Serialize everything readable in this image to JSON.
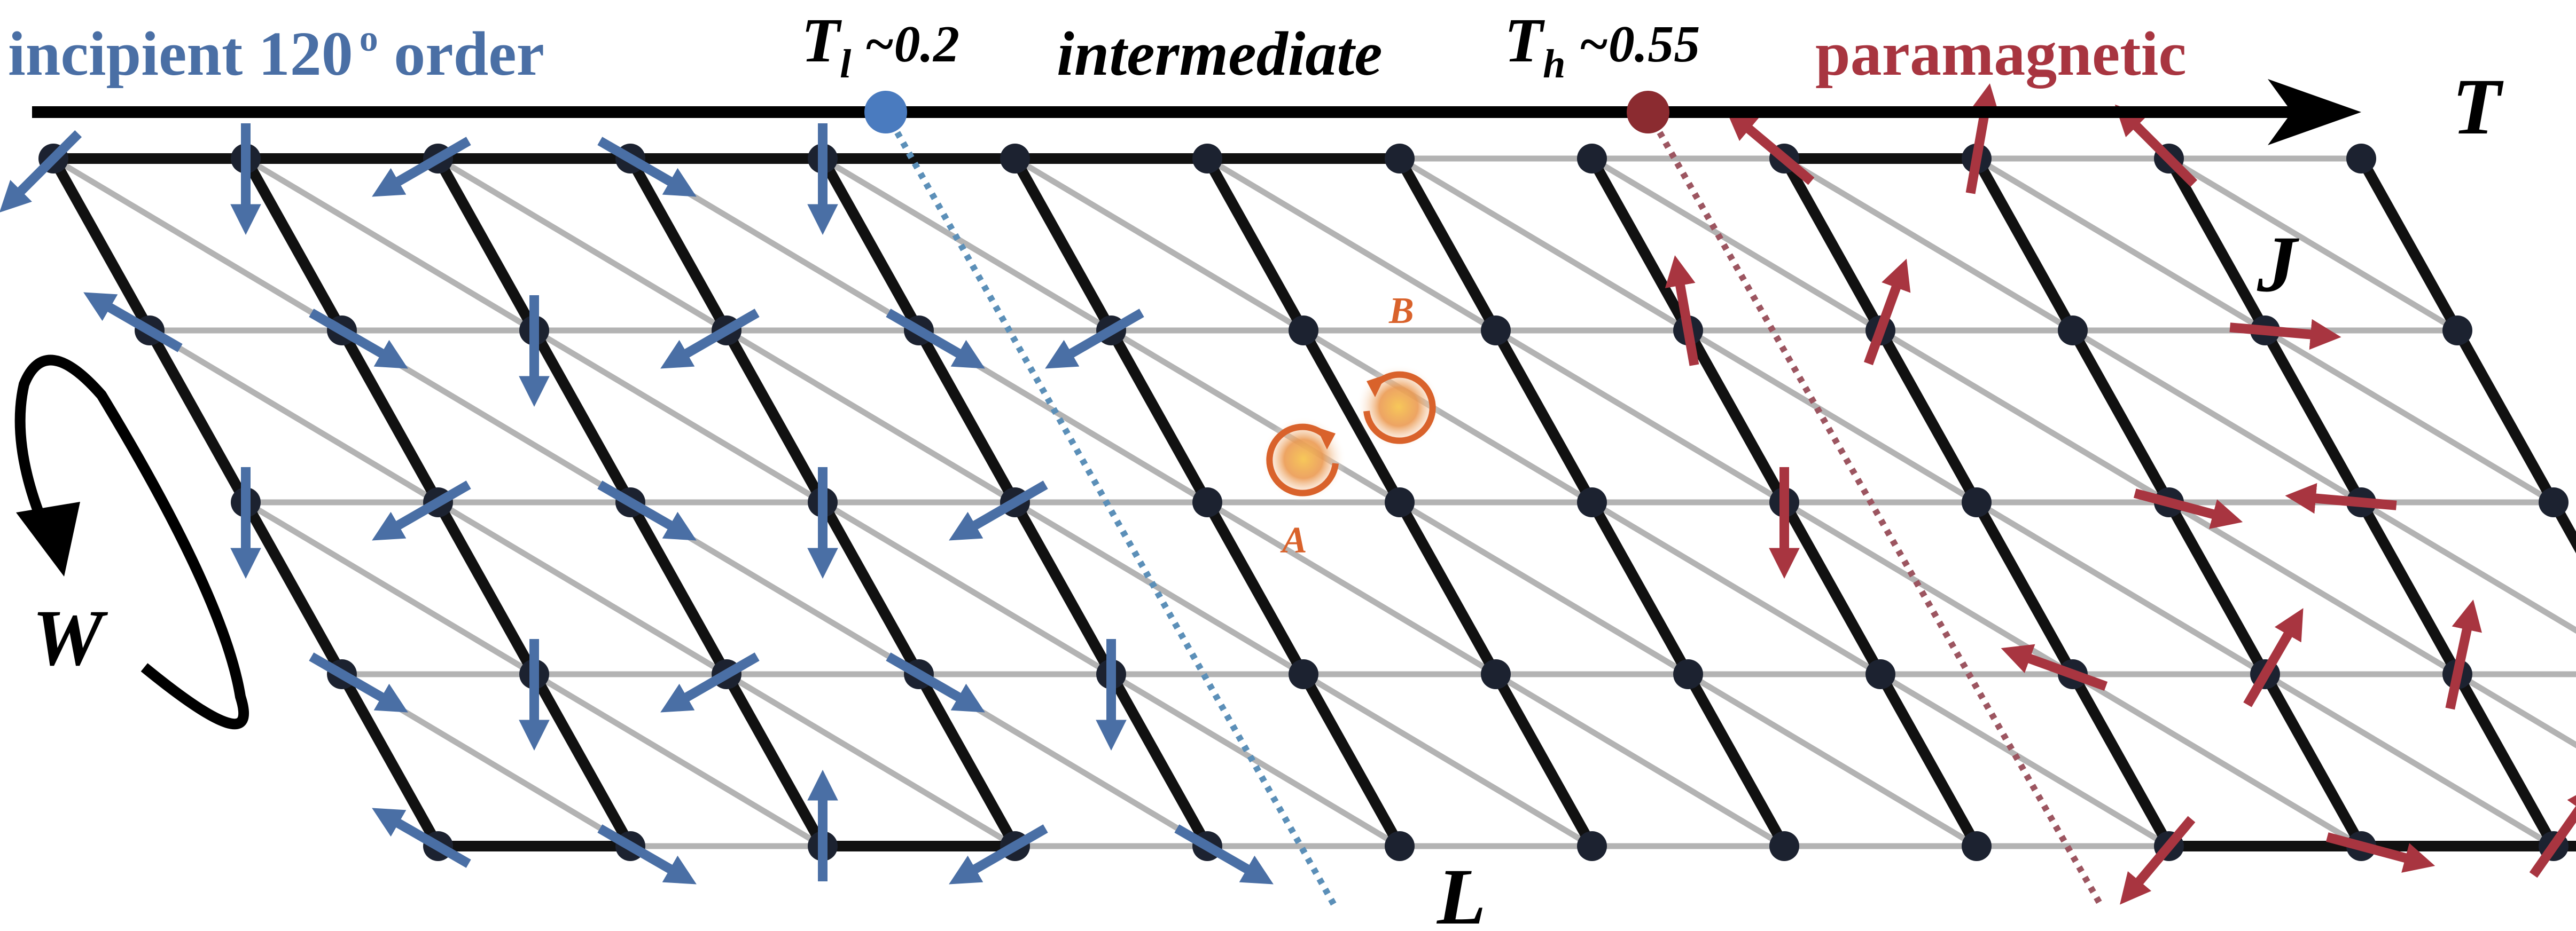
{
  "phases": {
    "ordered": "incipient 120",
    "ordered_degree": "o",
    "ordered_suffix": " order",
    "intermediate": "intermediate",
    "paramagnetic": "paramagnetic"
  },
  "temperatures": {
    "low_symbol": "T",
    "low_sub": "l",
    "low_value": " ~0.2",
    "high_symbol": "T",
    "high_sub": "h",
    "high_value": " ~0.55"
  },
  "axis_label": "T",
  "coupling_label": "J",
  "length_label": "L",
  "winding_label": "W",
  "vortex_labels": {
    "a": "A",
    "b": "B"
  },
  "colors": {
    "ordered": "#4a6fa5",
    "paramagnetic": "#a83540",
    "low_marker": "#4a7bbf",
    "high_marker": "#8b2b30",
    "vortex": "#d9622b",
    "bond_strong": "#111111",
    "bond_weak": "#b3b3b3",
    "node": "#1c2230",
    "intermediate_text": "#000000"
  },
  "spins": {
    "blue": [
      [
        "1,5",
        225
      ],
      [
        "2,5",
        270
      ],
      [
        "3,5",
        210
      ],
      [
        "4,5",
        330
      ],
      [
        "5,5",
        270
      ],
      [
        "1,4",
        150
      ],
      [
        "2,4",
        330
      ],
      [
        "3,4",
        270
      ],
      [
        "4,4",
        210
      ],
      [
        "5,4",
        330
      ],
      [
        "6,4",
        210
      ],
      [
        "1,3",
        270
      ],
      [
        "2,3",
        210
      ],
      [
        "3,3",
        330
      ],
      [
        "4,3",
        270
      ],
      [
        "5,3",
        210
      ],
      [
        "1,2",
        330
      ],
      [
        "2,2",
        270
      ],
      [
        "3,2",
        210
      ],
      [
        "4,2",
        330
      ],
      [
        "5,2",
        270
      ],
      [
        "1,1",
        150
      ],
      [
        "2,1",
        330
      ],
      [
        "3,1",
        90
      ],
      [
        "4,1",
        210
      ],
      [
        "5,1",
        330
      ]
    ],
    "red": [
      [
        "10,5",
        140
      ],
      [
        "11,5",
        80
      ],
      [
        "12,5",
        135
      ],
      [
        "9,4",
        100
      ],
      [
        "10,4",
        70
      ],
      [
        "12,4",
        355
      ],
      [
        "9,3",
        270
      ],
      [
        "11,3",
        345
      ],
      [
        "12,3",
        175
      ],
      [
        "10,2",
        160
      ],
      [
        "11,2",
        60
      ],
      [
        "12,2",
        78
      ],
      [
        "10,1",
        230
      ],
      [
        "11,1",
        345
      ],
      [
        "12,1",
        55
      ]
    ]
  }
}
